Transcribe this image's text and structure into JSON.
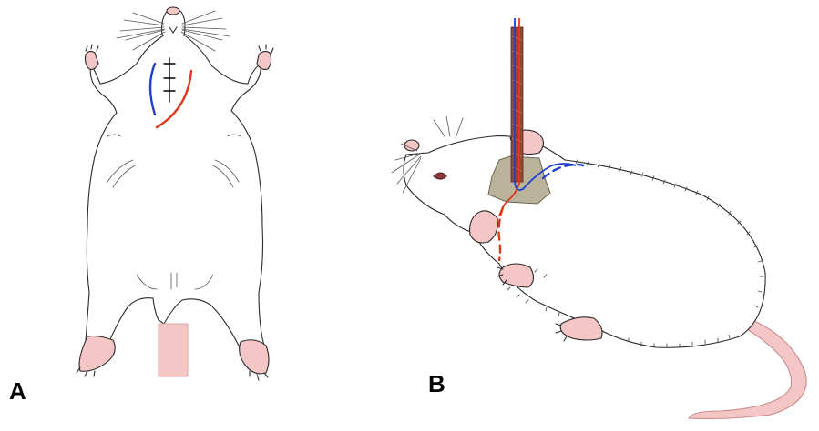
{
  "panels": [
    {
      "id": "A",
      "label": "A"
    },
    {
      "id": "B",
      "label": "B"
    }
  ],
  "colors": {
    "outline": "#2a2a2a",
    "skin_pink": "#f4c6c6",
    "incision_blue": "#1f3fd0",
    "incision_red": "#e0361c",
    "cement": "#b9b39c",
    "cannula": "#8a4a36",
    "background": "#ffffff"
  },
  "icons": {
    "panel_a": "rat-ventral-view-drawing",
    "panel_b": "rat-side-view-with-implant-drawing"
  }
}
